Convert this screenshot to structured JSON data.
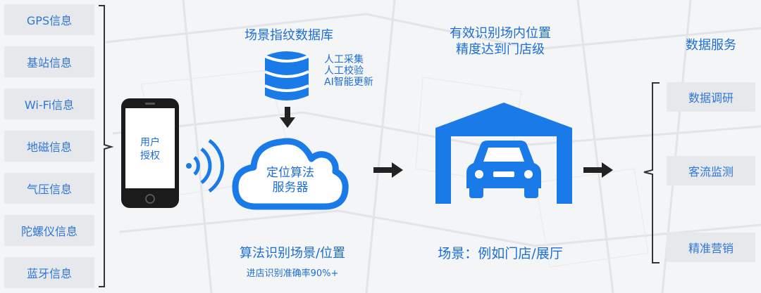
{
  "colors": {
    "primary_blue": "#1a7ae8",
    "text_blue": "#1c6ed4",
    "box_bg": "#e6e8ec",
    "dark": "#1b1b1b",
    "background": "#f4f5f7"
  },
  "inputs": [
    {
      "label": "GPS信息"
    },
    {
      "label": "基站信息"
    },
    {
      "label": "Wi-Fi信息"
    },
    {
      "label": "地磁信息"
    },
    {
      "label": "气压信息"
    },
    {
      "label": "陀螺仪信息"
    },
    {
      "label": "蓝牙信息"
    }
  ],
  "phone": {
    "screen_text_line1": "用户",
    "screen_text_line2": "授权",
    "icon": "smartphone-icon"
  },
  "wifi_icon": "wifi-signal-icon",
  "database": {
    "title": "场景指纹数据库",
    "icon": "database-icon",
    "notes": [
      "人工采集",
      "人工校验",
      "AI智能更新"
    ]
  },
  "server": {
    "line1": "定位算法",
    "line2": "服务器",
    "icon": "cloud-icon",
    "caption_main": "算法识别场景/位置",
    "caption_sub": "进店识别准确率90%+"
  },
  "scene": {
    "headline_line1": "有效识别场内位置",
    "headline_line2": "精度达到门店级",
    "icon": "garage-car-icon",
    "caption": "场景：例如门店/展厅"
  },
  "services": {
    "title": "数据服务",
    "items": [
      {
        "label": "数据调研"
      },
      {
        "label": "客流监测"
      },
      {
        "label": "精准营销"
      }
    ]
  }
}
